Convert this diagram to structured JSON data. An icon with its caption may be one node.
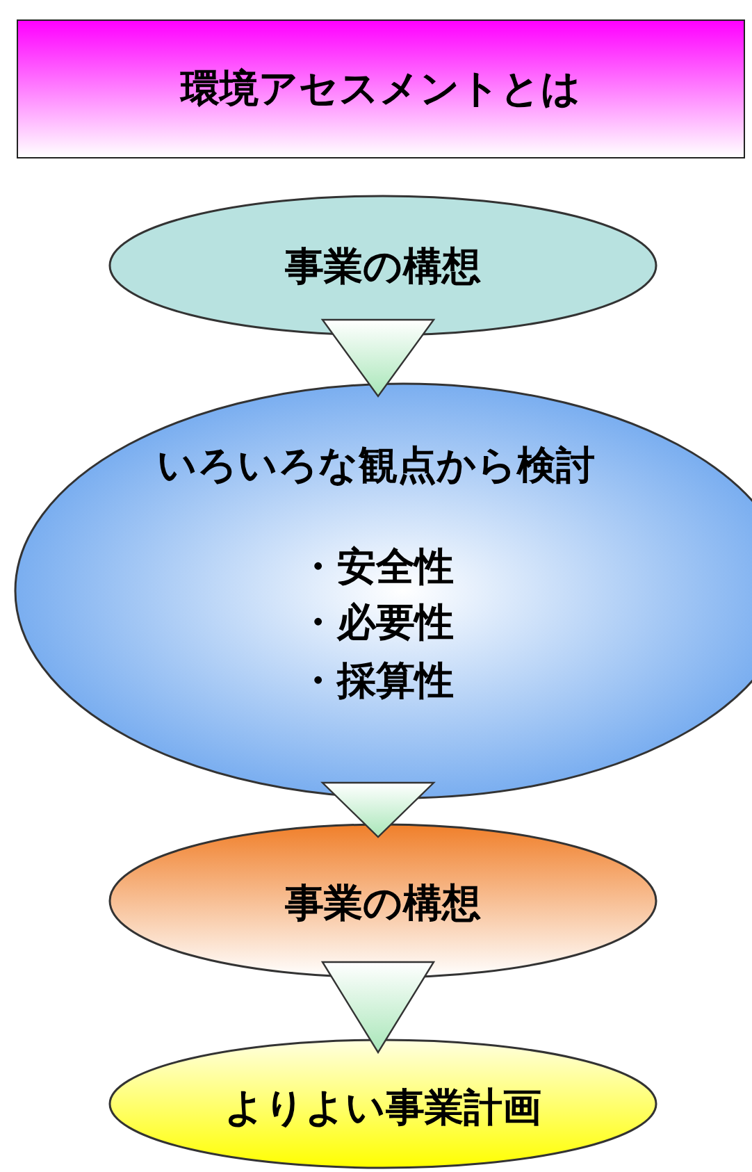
{
  "diagram": {
    "title": "環境アセスメントとは",
    "nodes": [
      {
        "text": [
          "事業の構想"
        ]
      },
      {
        "text": [
          "いろいろな観点から検討",
          "・安全性",
          "・必要性",
          "・採算性"
        ]
      },
      {
        "text": [
          "事業の構想"
        ]
      },
      {
        "text": [
          "よりよい事業計画"
        ]
      }
    ],
    "edges": [
      {
        "from": 0,
        "to": 1,
        "arrow": "to"
      },
      {
        "from": 1,
        "to": 2,
        "arrow": "to"
      },
      {
        "from": 2,
        "to": 3,
        "arrow": "to"
      }
    ]
  }
}
